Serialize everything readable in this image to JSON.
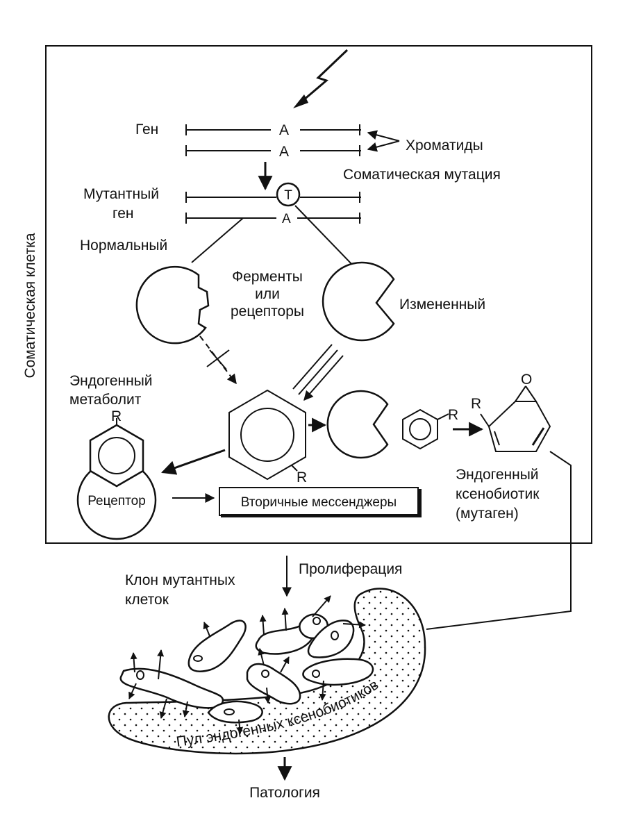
{
  "labels": {
    "somatic_cell": "Соматическая клетка",
    "gene": "Ген",
    "allele_a": "A",
    "chromatids": "Хроматиды",
    "somatic_mutation": "Соматическая мутация",
    "mutant_gene_line1": "Мутантный",
    "mutant_gene_line2": "ген",
    "mutant_allele": "T",
    "normal": "Нормальный",
    "enzymes_line1": "Ферменты",
    "enzymes_line2": "или",
    "enzymes_line3": "рецепторы",
    "altered": "Измененный",
    "endo_metabolite_line1": "Эндогенный",
    "endo_metabolite_line2": "метаболит",
    "r": "R",
    "o": "O",
    "receptor": "Рецептор",
    "second_messengers": "Вторичные мессенджеры",
    "endo_xeno_line1": "Эндогенный",
    "endo_xeno_line2": "ксенобиотик",
    "endo_xeno_line3": "(мутаген)",
    "proliferation": "Пролиферация",
    "clone_line1": "Клон мутантных",
    "clone_line2": "клеток",
    "pool": "Пул эндогенных ксенобиотиков",
    "pathology": "Патология"
  }
}
